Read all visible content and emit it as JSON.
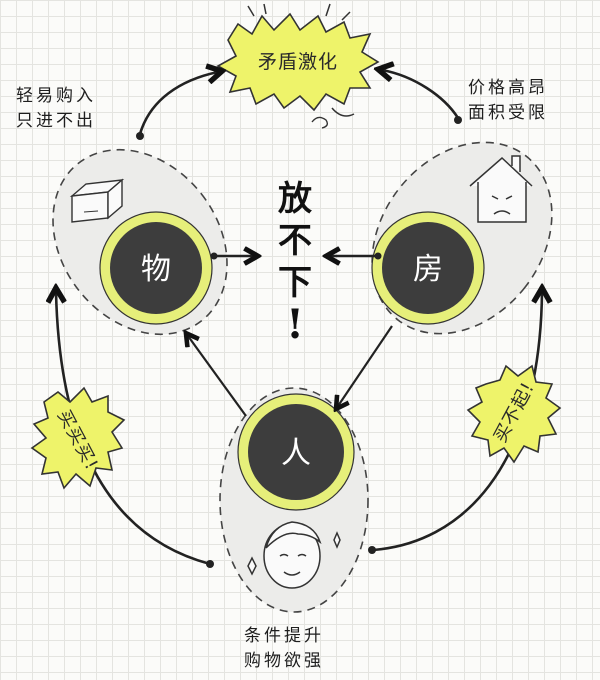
{
  "top_burst": "矛盾激化",
  "left_note": {
    "line1": "轻易购入",
    "line2": "只进不出"
  },
  "right_note": {
    "line1": "价格高昂",
    "line2": "面积受限"
  },
  "bottom_note": {
    "line1": "条件提升",
    "line2": "购物欲强"
  },
  "center": {
    "c1": "放",
    "c2": "不",
    "c3": "下",
    "c4": "!"
  },
  "nodes": {
    "wu": "物",
    "fang": "房",
    "ren": "人"
  },
  "left_burst": "买买买!",
  "right_burst": "买不起!",
  "icons": {
    "box": "box-icon",
    "house": "sad-house-icon",
    "person": "happy-face-icon"
  },
  "colors": {
    "ring": "#e6ef7a",
    "disc": "#3d3d3d",
    "burst": "#eef36a",
    "oval": "#ececea"
  }
}
